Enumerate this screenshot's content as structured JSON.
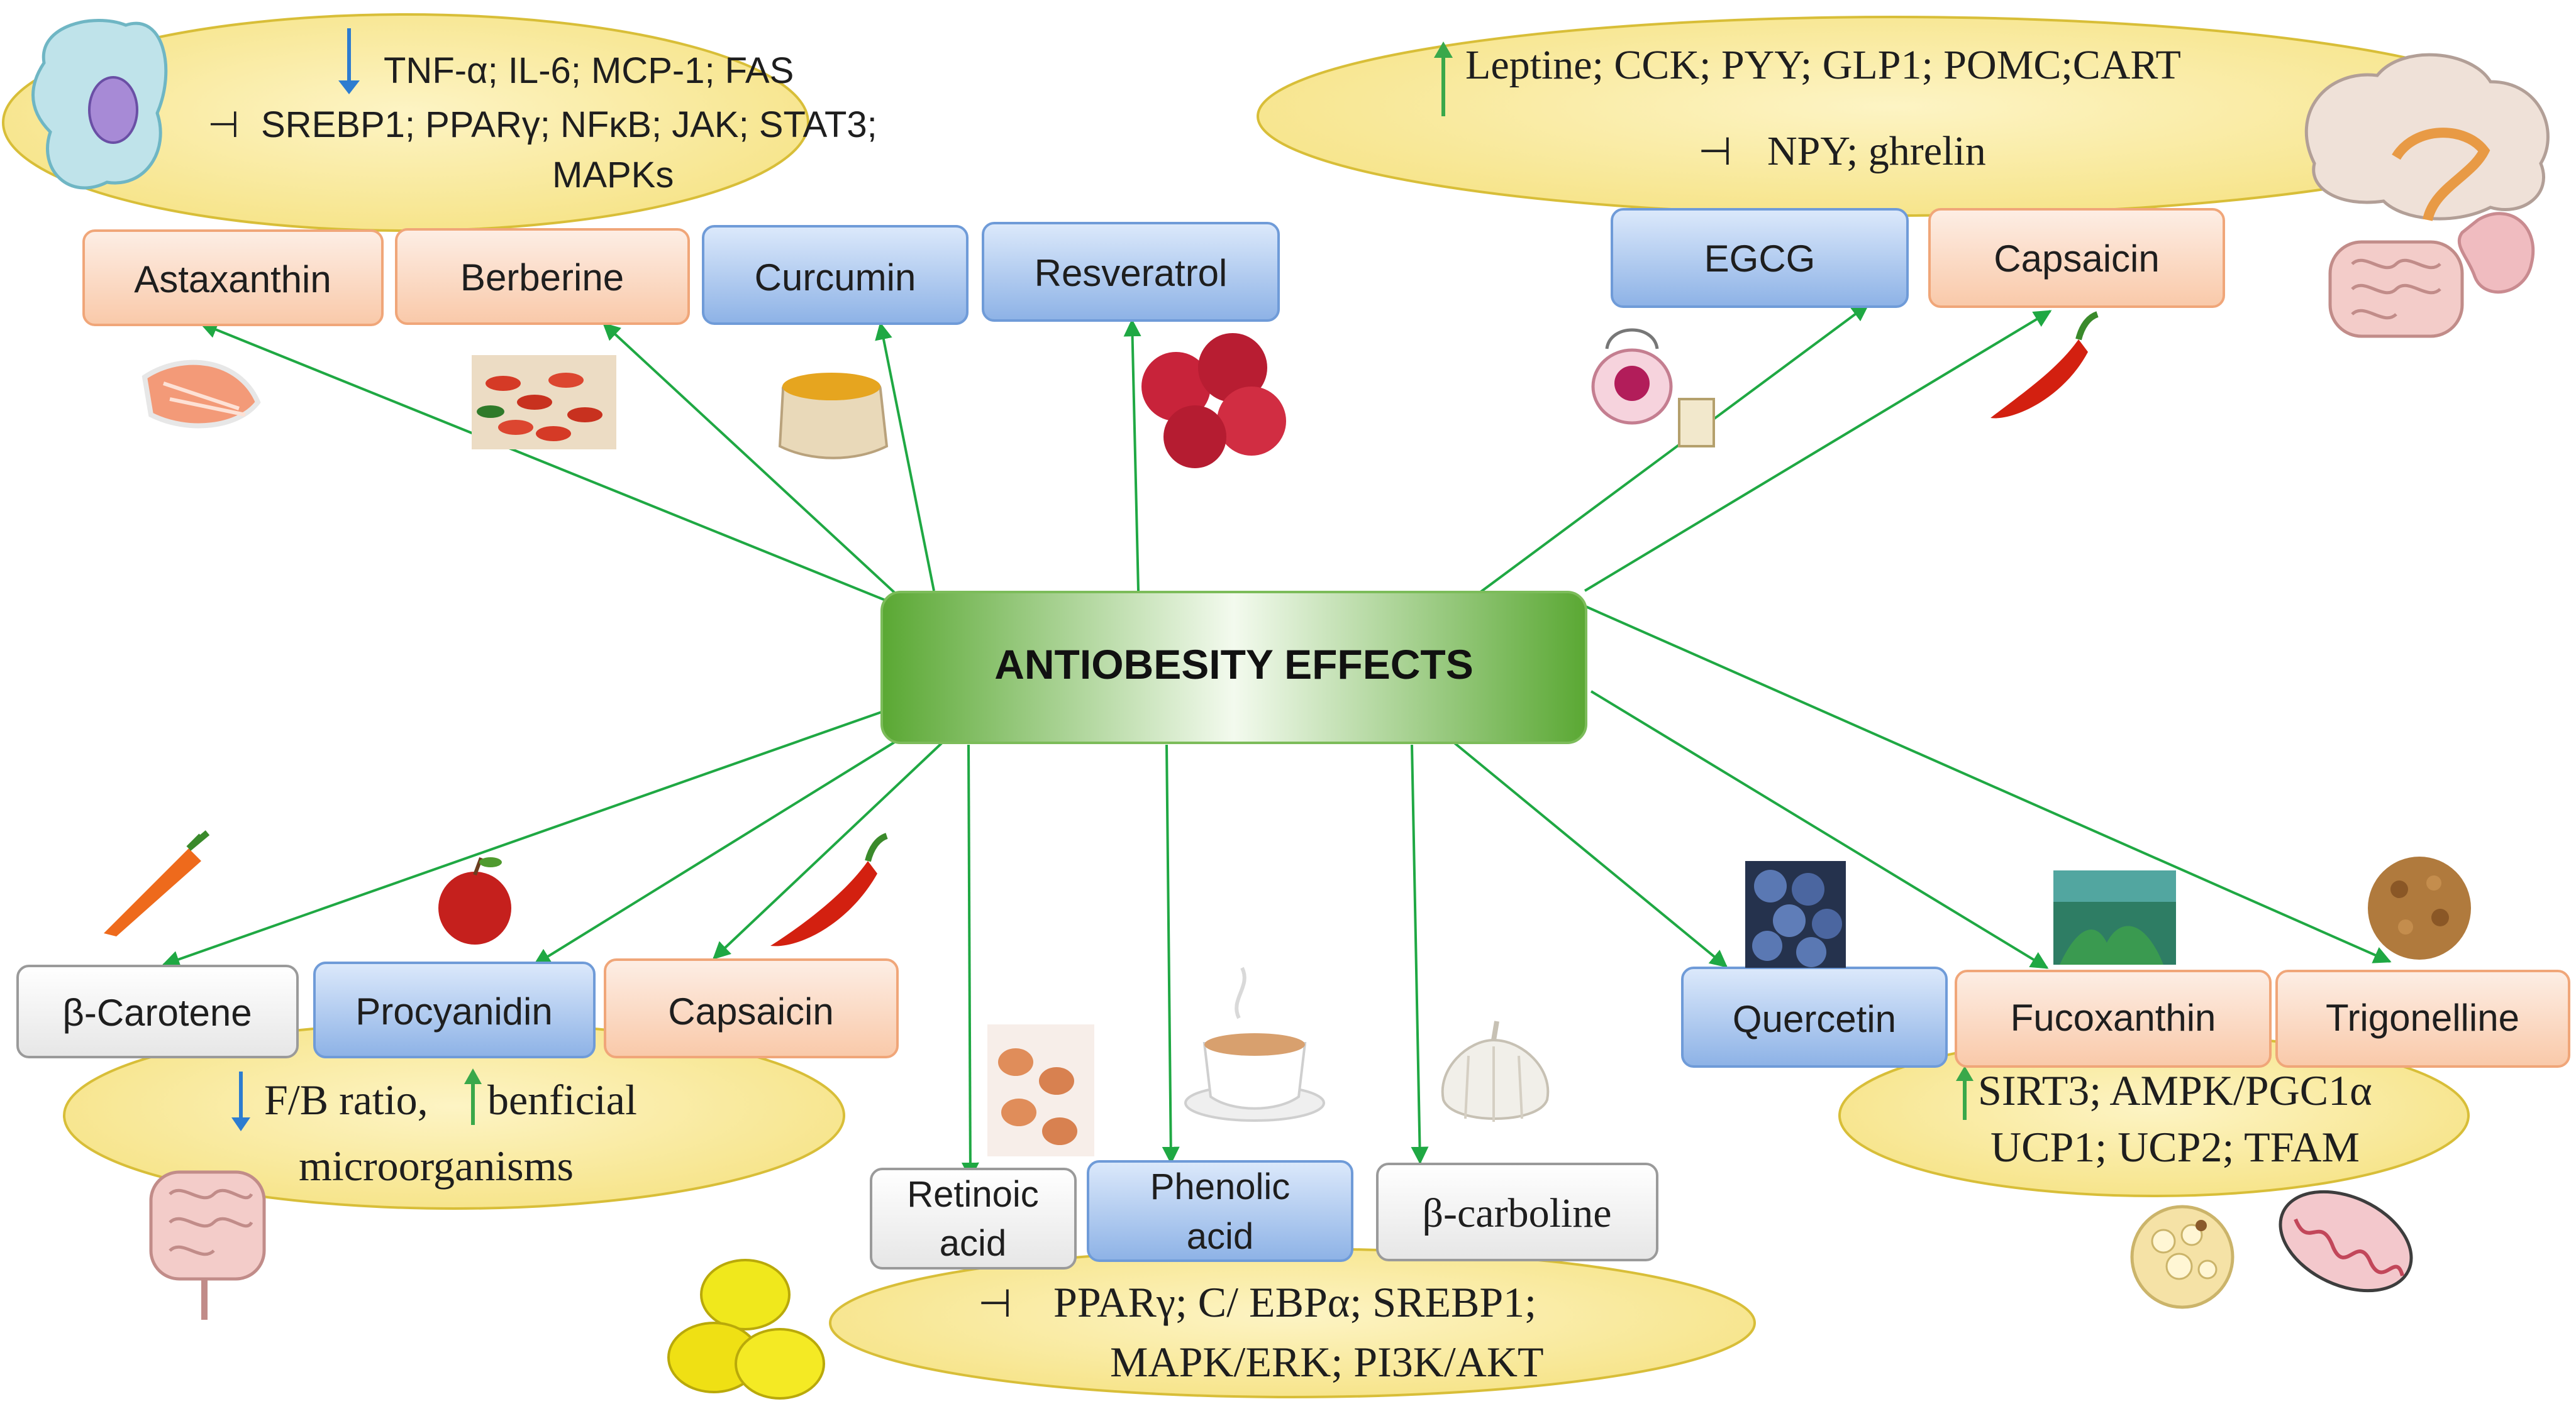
{
  "center": {
    "label": "ANTIOBESITY EFFECTS"
  },
  "compounds": {
    "astaxanthin": "Astaxanthin",
    "berberine": "Berberine",
    "curcumin": "Curcumin",
    "resveratrol": "Resveratrol",
    "egcg": "EGCG",
    "capsaicin_top": "Capsaicin",
    "beta_carotene": "β-Carotene",
    "procyanidin": "Procyanidin",
    "capsaicin_bottom": "Capsaicin",
    "retinoic_line1": "Retinoic",
    "retinoic_line2": "acid",
    "phenolic_line1": "Phenolic",
    "phenolic_line2": "acid",
    "beta_carboline": "β-carboline",
    "quercetin": "Quercetin",
    "fucoxanthin": "Fucoxanthin",
    "trigonelline": "Trigonelline"
  },
  "effects": {
    "top_left": {
      "line1": "TNF-α; IL-6; MCP-1; FAS",
      "line2": "SREBP1; PPARγ; NFκB; JAK; STAT3;",
      "line3": "MAPKs"
    },
    "top_right": {
      "line1": "Leptine; CCK; PYY; GLP1; POMC;CART",
      "line2": "NPY; ghrelin"
    },
    "bottom_left": {
      "line1a": "F/B ratio,",
      "line1b": "benficial",
      "line2": "microorganisms"
    },
    "bottom_center": {
      "line1": "PPARγ; C/ EBPα; SREBP1;",
      "line2": "MAPK/ERK; PI3K/AKT"
    },
    "bottom_right": {
      "line1": "SIRT3; AMPK/PGC1α",
      "line2": "UCP1; UCP2; TFAM"
    }
  },
  "icons": {
    "adipocyte": "adipocyte-cell-icon",
    "brain": "brain-icon",
    "stomach": "stomach-icon",
    "intestine": "intestine-icon",
    "salmon": "salmon-icon",
    "goji": "goji-berries-icon",
    "curcuma": "turmeric-sack-icon",
    "berries": "red-berries-icon",
    "teapot": "teapot-icon",
    "chili": "chili-pepper-icon",
    "carrot": "carrot-icon",
    "apple": "apple-icon",
    "eggs": "eggs-icon",
    "coffee": "coffee-cup-icon",
    "garlic": "garlic-icon",
    "blueberries": "blueberries-icon",
    "seaweed": "seaweed-icon",
    "seeds": "fenugreek-seeds-icon",
    "capsules": "oil-capsules-icon",
    "fat_tissue": "fat-tissue-icon",
    "mitochondrion": "mitochondrion-icon"
  },
  "colors": {
    "arrow": "#1fa843",
    "ellipse_fill": "#f8e89a",
    "ellipse_stroke": "#d8be38",
    "orange_box": "#fbd6c0",
    "blue_box": "#a9c6ee",
    "gray_box": "#f1f1f1",
    "center_green": "#6cb547",
    "down_arrow": "#2d7cd0",
    "up_arrow": "#3aa84a"
  }
}
